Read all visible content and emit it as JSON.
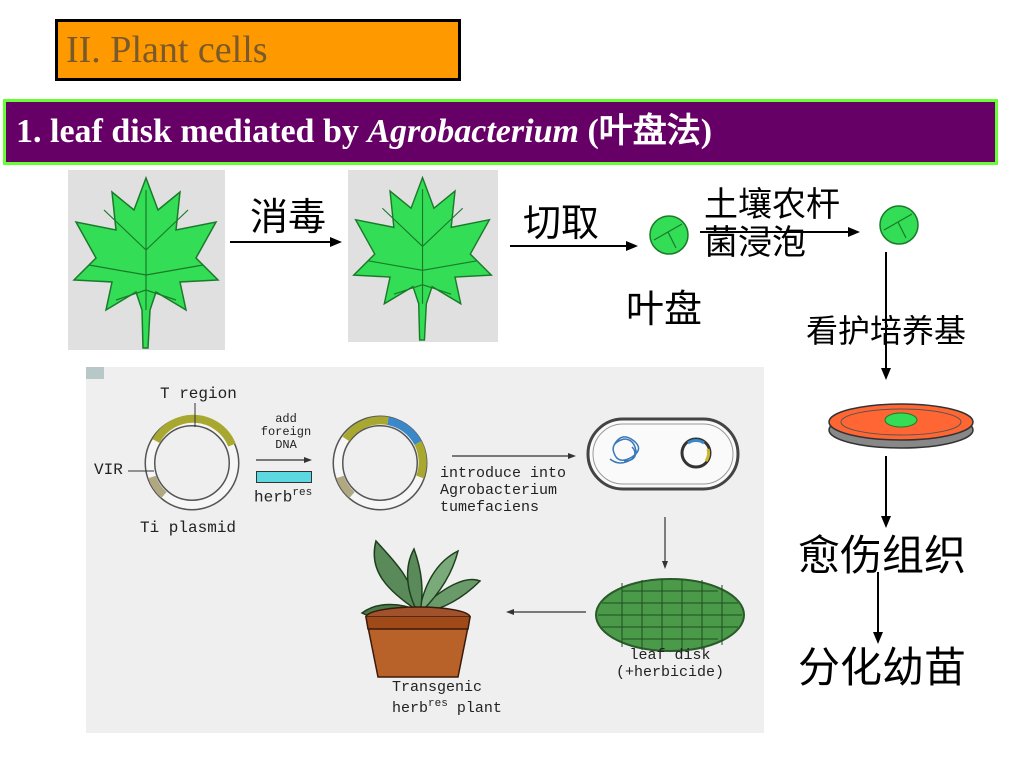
{
  "section_title": "II. Plant cells",
  "heading": {
    "prefix": "1. leaf disk mediated by ",
    "italic": "Agrobacterium",
    "suffix": " (叶盘法)"
  },
  "flow_top": {
    "step_disinfect": "消毒",
    "step_cut": "切取",
    "step_agro_line1": "土壤农杆",
    "step_agro_line2": "菌浸泡",
    "leaf_disk_label": "叶盘",
    "nurse_medium": "看护培养基"
  },
  "flow_right": {
    "callus": "愈伤组织",
    "seedling": "分化幼苗"
  },
  "figure": {
    "t_region": "T region",
    "vir": "VIR",
    "ti_plasmid": "Ti plasmid",
    "add_line1": "add",
    "add_line2": "foreign",
    "add_line3": "DNA",
    "herb": "herb",
    "res": "res",
    "introduce_line1": "introduce into",
    "introduce_line2": "Agrobacterium",
    "introduce_line3": "tumefaciens",
    "leaf_disk_line1": "leaf disk",
    "leaf_disk_line2": "(+herbicide)",
    "transgenic_line1": "Transgenic",
    "transgenic_herb": "herb",
    "transgenic_res": "res",
    "transgenic_plant": " plant"
  },
  "colors": {
    "orange_box": "#ff9900",
    "purple_bar": "#660066",
    "green_border": "#66ff33",
    "leaf_green": "#33dd55",
    "dish_orange": "#ff6633"
  }
}
